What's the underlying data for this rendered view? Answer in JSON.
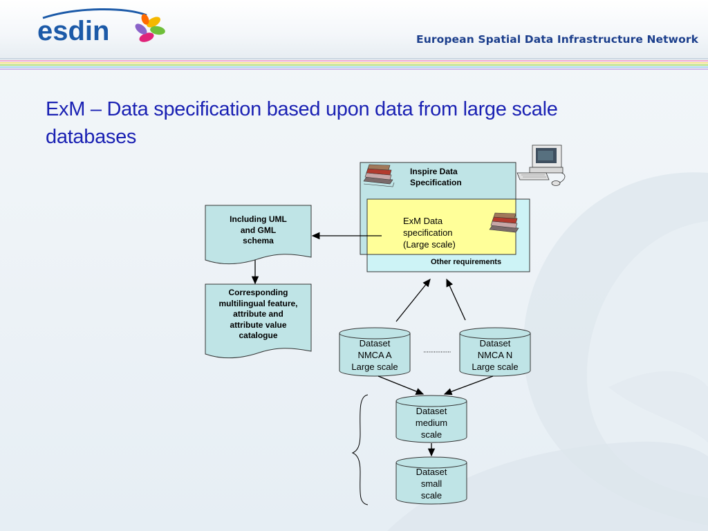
{
  "header": {
    "logo_text": "esdin",
    "network_name": "European Spatial Data Infrastructure Network"
  },
  "slide": {
    "title_line1": "ExM – Data specification based upon data from large scale",
    "title_line2": "databases"
  },
  "diagram": {
    "inspire_box": {
      "line1": "Inspire Data",
      "line2": "Specification"
    },
    "exm_box": {
      "line1": "ExM Data",
      "line2": "specification",
      "line3": "(Large scale)"
    },
    "other_requirements": "Other requirements",
    "uml_doc": {
      "line1": "Including UML",
      "line2": "and GML",
      "line3": "schema"
    },
    "catalogue_doc": {
      "line1": "Corresponding",
      "line2": "multilingual feature,",
      "line3": "attribute and",
      "line4": "attribute value",
      "line5": "catalogue"
    },
    "dataset_a": {
      "line1": "Dataset",
      "line2": "NMCA A",
      "line3": "Large scale"
    },
    "dataset_n": {
      "line1": "Dataset",
      "line2": "NMCA N",
      "line3": "Large scale"
    },
    "dataset_medium": {
      "line1": "Dataset",
      "line2": "medium",
      "line3": "scale"
    },
    "dataset_small": {
      "line1": "Dataset",
      "line2": "small",
      "line3": "scale"
    }
  },
  "colors": {
    "title": "#1a21b3",
    "network_name": "#1c3f8c",
    "cyan_fill": "#bfe4e6",
    "light_cyan_fill": "#cdf3f6",
    "yellow_fill": "#ffff99"
  },
  "icons": [
    "books-icon",
    "computer-icon",
    "flower-logo-icon"
  ]
}
